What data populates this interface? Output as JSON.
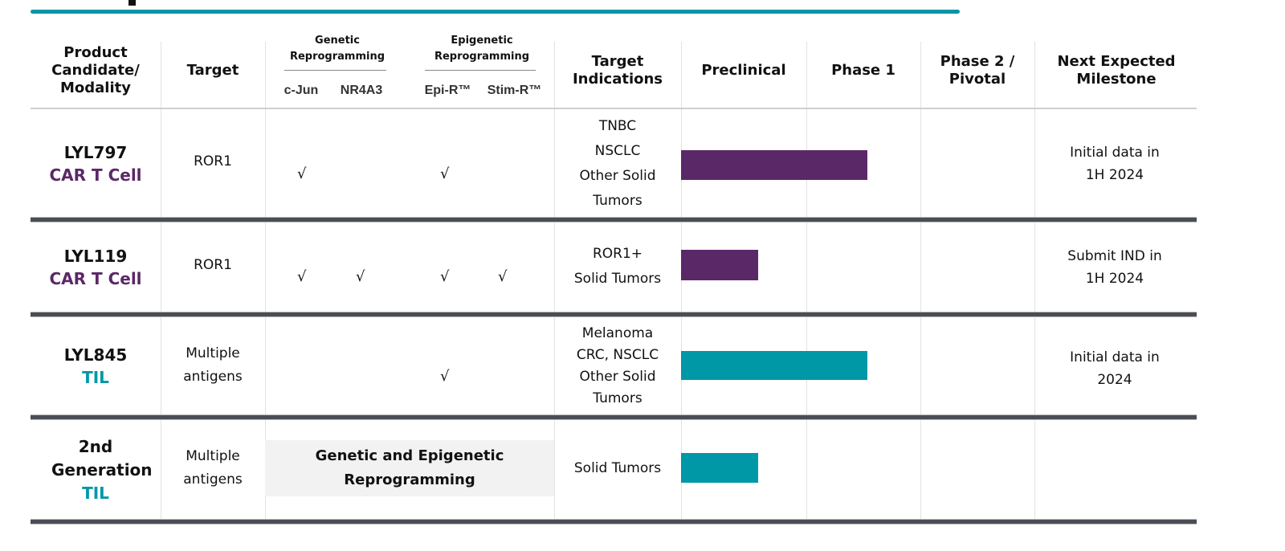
{
  "colors": {
    "accent": "#0097a7",
    "car_t": "#5b2867",
    "til": "#0097a7"
  },
  "header": {
    "product": "Product Candidate/ Modality",
    "target": "Target",
    "genetic": "Genetic Reprogramming",
    "genetic_sub": [
      "c-Jun",
      "NR4A3"
    ],
    "epigenetic": "Epigenetic Reprogramming",
    "epigenetic_sub": [
      "Epi-R™",
      "Stim-R™"
    ],
    "indications": "Target Indications",
    "preclinical": "Preclinical",
    "phase1": "Phase 1",
    "phase2": "Phase 2 / Pivotal",
    "milestone": "Next Expected Milestone"
  },
  "check_symbol": "√",
  "rows": [
    {
      "name": "LYL797",
      "modality": "CAR T Cell",
      "target": "ROR1",
      "checks": [
        true,
        false,
        true,
        false
      ],
      "indications": [
        "TNBC",
        "NSCLC",
        "Other Solid",
        "Tumors"
      ],
      "stage": "Phase 1",
      "progress": 0.75,
      "milestone": [
        "Initial data in",
        "1H 2024"
      ]
    },
    {
      "name": "LYL119",
      "modality": "CAR T Cell",
      "target": "ROR1",
      "checks": [
        true,
        true,
        true,
        true
      ],
      "indications": [
        "ROR1+",
        "Solid Tumors"
      ],
      "stage": "Preclinical",
      "progress": 0.31,
      "milestone": [
        "Submit IND in",
        "1H 2024"
      ]
    },
    {
      "name": "LYL845",
      "modality": "TIL",
      "target": "Multiple antigens",
      "checks": [
        false,
        false,
        true,
        false
      ],
      "indications": [
        "Melanoma",
        "CRC, NSCLC",
        "Other Solid",
        "Tumors"
      ],
      "stage": "Phase 1",
      "progress": 0.75,
      "milestone": [
        "Initial data in",
        "2024"
      ]
    },
    {
      "name": "2nd Generation",
      "modality": "TIL",
      "target": "Multiple antigens",
      "reprogramming": "Genetic and Epigenetic Reprogramming",
      "indications": [
        "Solid Tumors"
      ],
      "stage": "Preclinical",
      "progress": 0.31,
      "milestone": []
    }
  ]
}
